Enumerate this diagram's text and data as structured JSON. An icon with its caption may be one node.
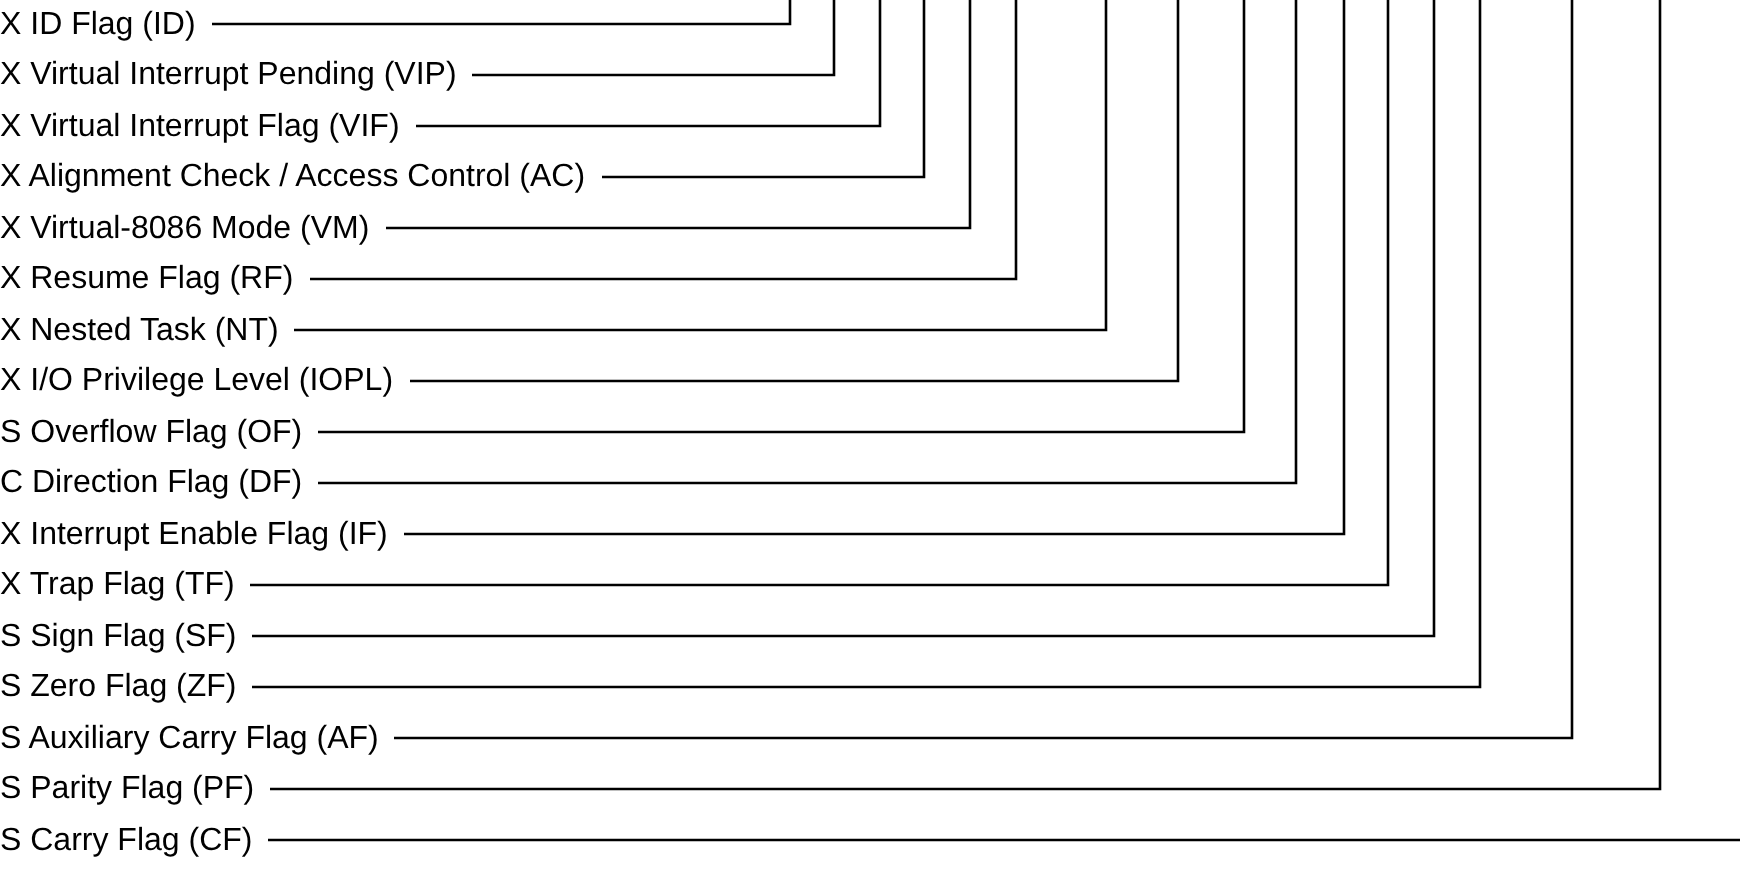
{
  "diagram": {
    "nodes": [
      {
        "text": [
          "X ID Flag (ID)"
        ]
      },
      {
        "text": [
          "X Virtual Interrupt Pending (VIP)"
        ]
      },
      {
        "text": [
          "X Virtual Interrupt Flag (VIF)"
        ]
      },
      {
        "text": [
          "X Alignment Check / Access Control (AC)"
        ]
      },
      {
        "text": [
          "X Virtual-8086 Mode (VM)"
        ]
      },
      {
        "text": [
          "X Resume Flag (RF)"
        ]
      },
      {
        "text": [
          "X Nested Task (NT)"
        ]
      },
      {
        "text": [
          "X I/O Privilege Level (IOPL)"
        ]
      },
      {
        "text": [
          "S Overflow Flag (OF)"
        ]
      },
      {
        "text": [
          "C Direction Flag (DF)"
        ]
      },
      {
        "text": [
          "X Interrupt Enable Flag (IF)"
        ]
      },
      {
        "text": [
          "X Trap Flag (TF)"
        ]
      },
      {
        "text": [
          "S Sign Flag (SF)"
        ]
      },
      {
        "text": [
          "S Zero Flag (ZF)"
        ]
      },
      {
        "text": [
          "S Auxiliary Carry Flag (AF)"
        ]
      },
      {
        "text": [
          "S Parity Flag (PF)"
        ]
      },
      {
        "text": [
          "S Carry Flag (CF)"
        ]
      }
    ],
    "edges": [
      {
        "from": 0,
        "to": null,
        "arrow": "none"
      },
      {
        "from": 1,
        "to": null,
        "arrow": "none"
      },
      {
        "from": 2,
        "to": null,
        "arrow": "none"
      },
      {
        "from": 3,
        "to": null,
        "arrow": "none"
      },
      {
        "from": 4,
        "to": null,
        "arrow": "none"
      },
      {
        "from": 5,
        "to": null,
        "arrow": "none"
      },
      {
        "from": 6,
        "to": null,
        "arrow": "none"
      },
      {
        "from": 7,
        "to": null,
        "arrow": "none"
      },
      {
        "from": 8,
        "to": null,
        "arrow": "none"
      },
      {
        "from": 9,
        "to": null,
        "arrow": "none"
      },
      {
        "from": 10,
        "to": null,
        "arrow": "none"
      },
      {
        "from": 11,
        "to": null,
        "arrow": "none"
      },
      {
        "from": 12,
        "to": null,
        "arrow": "none"
      },
      {
        "from": 13,
        "to": null,
        "arrow": "none"
      },
      {
        "from": 14,
        "to": null,
        "arrow": "none"
      },
      {
        "from": 15,
        "to": null,
        "arrow": "none"
      },
      {
        "from": 16,
        "to": null,
        "arrow": "none"
      }
    ]
  }
}
